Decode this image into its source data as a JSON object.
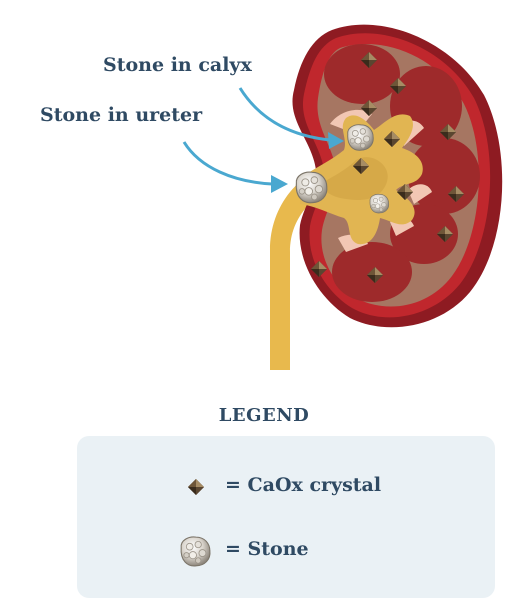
{
  "labels": {
    "stone_in_calyx": "Stone in calyx",
    "stone_in_ureter": "Stone in ureter"
  },
  "legend": {
    "title": "LEGEND",
    "items": [
      {
        "icon": "caox-crystal-icon",
        "label": "= CaOx crystal"
      },
      {
        "icon": "stone-icon",
        "label": "= Stone"
      }
    ]
  },
  "colors": {
    "text": "#2f4a63",
    "arrow": "#4aa8d0",
    "capsule": "#8e1b22",
    "cortex": "#a67662",
    "pyramid": "#9e2a2b",
    "pelvis": "#e1b552",
    "ureter": "#e8b94d",
    "legend_bg": "#eaf1f5"
  }
}
